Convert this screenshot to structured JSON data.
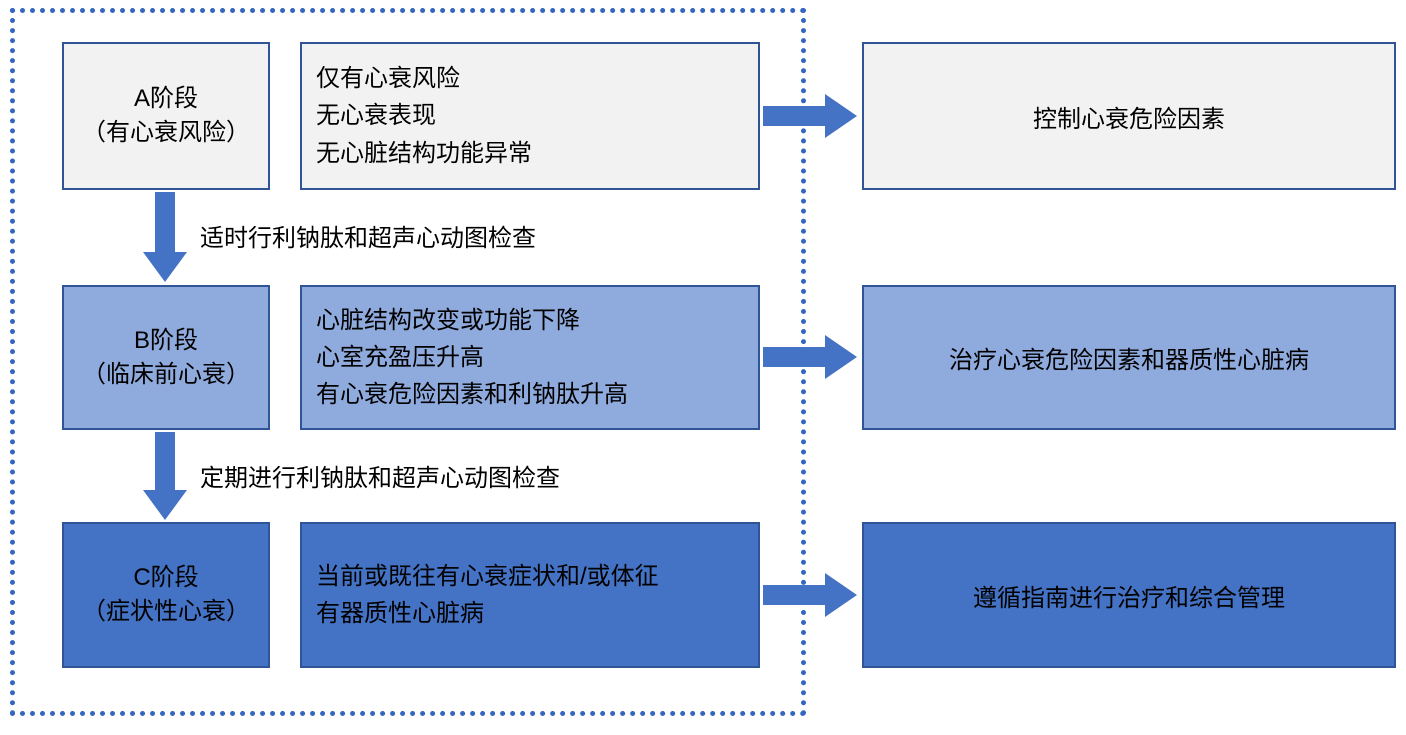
{
  "colors": {
    "stage_a_fill": "#F2F2F2",
    "stage_b_fill": "#8FAADC",
    "stage_c_fill": "#4472C4",
    "box_border": "#2F5597",
    "arrow": "#4472C4",
    "dashed_frame": "#3465C0",
    "text": "#000000"
  },
  "rows": [
    {
      "stage": [
        "A阶段",
        "（有心衰风险）"
      ],
      "description": [
        "仅有心衰风险",
        "无心衰表现",
        "无心脏结构功能异常"
      ],
      "outcome": "控制心衰危险因素"
    },
    {
      "stage": [
        "B阶段",
        "（临床前心衰）"
      ],
      "description": [
        "心脏结构改变或功能下降",
        "心室充盈压升高",
        "有心衰危险因素和利钠肽升高"
      ],
      "outcome": "治疗心衰危险因素和器质性心脏病"
    },
    {
      "stage": [
        "C阶段",
        "（症状性心衰）"
      ],
      "description": [
        "当前或既往有心衰症状和/或体征",
        "有器质性心脏病"
      ],
      "outcome": "遵循指南进行治疗和综合管理"
    }
  ],
  "transitions": [
    "适时行利钠肽和超声心动图检查",
    "定期进行利钠肽和超声心动图检查"
  ]
}
